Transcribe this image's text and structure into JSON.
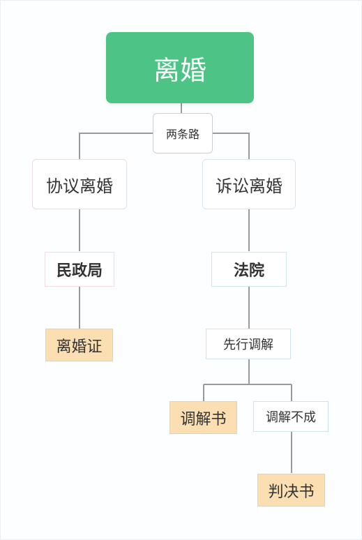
{
  "diagram": {
    "root": {
      "label": "离婚",
      "color": "#4dc485"
    },
    "hub": {
      "label": "两条路"
    },
    "left": {
      "branch": "协议离婚",
      "office": "民政局",
      "result": "离婚证"
    },
    "right": {
      "branch": "诉讼离婚",
      "office": "法院",
      "step": "先行调解",
      "outcomes": {
        "success": "调解书",
        "failure": "调解不成",
        "final": "判决书"
      }
    },
    "colors": {
      "line": "#9a9a9a",
      "result_fill": "#fbdfb3"
    }
  }
}
